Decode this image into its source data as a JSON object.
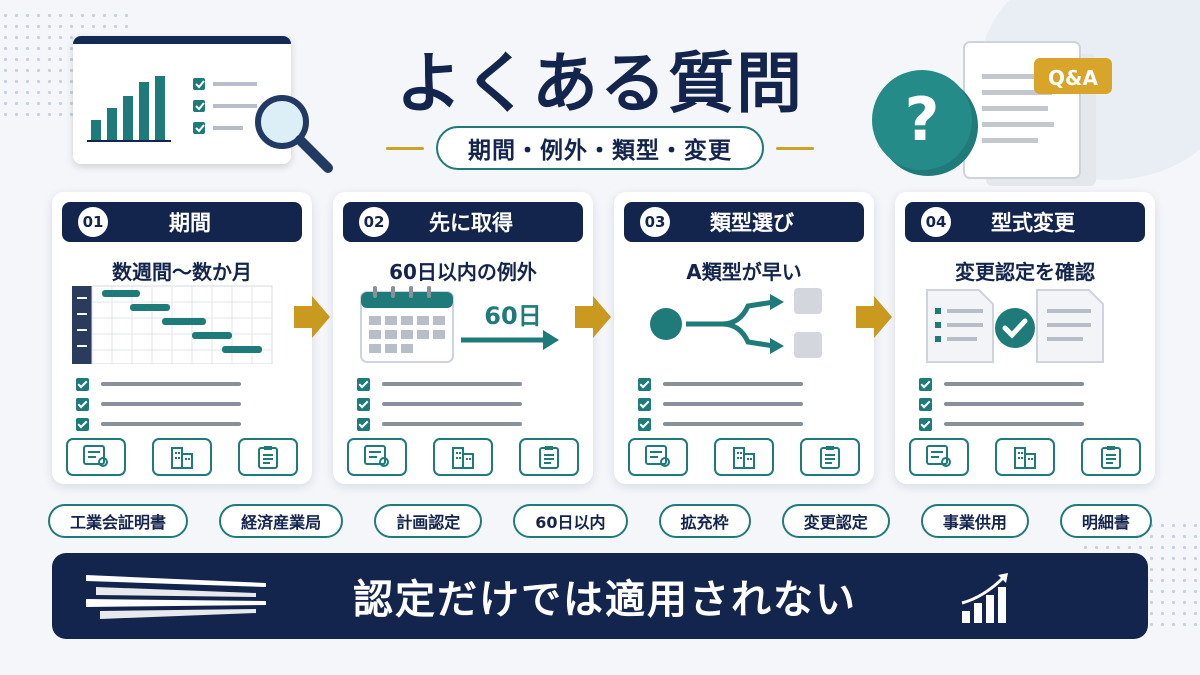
{
  "header": {
    "title": "よくある質問",
    "subtitle": "期間・例外・類型・変更",
    "qa_badge": "Q&A",
    "question_mark": "?"
  },
  "steps": [
    {
      "number": "01",
      "title": "期間",
      "caption": "数週間〜数か月"
    },
    {
      "number": "02",
      "title": "先に取得",
      "caption": "60日以内の例外",
      "illus_label": "60日"
    },
    {
      "number": "03",
      "title": "類型選び",
      "caption": "A類型が早い"
    },
    {
      "number": "04",
      "title": "型式変更",
      "caption": "変更認定を確認"
    }
  ],
  "tags": [
    "工業会証明書",
    "経済産業局",
    "計画認定",
    "60日以内",
    "拡充枠",
    "変更認定",
    "事業供用",
    "明細書"
  ],
  "banner": {
    "text": "認定だけでは適用されない"
  },
  "icons": [
    "certificate-icon",
    "building-icon",
    "clipboard-icon"
  ],
  "colors": {
    "navy": "#14254d",
    "teal": "#1e7b79",
    "gold": "#c9a227"
  }
}
